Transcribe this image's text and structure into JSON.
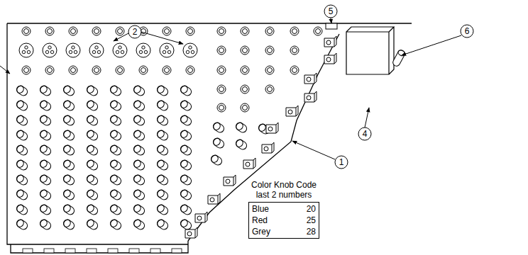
{
  "diagram": {
    "nodes": [
      {
        "text": [
          "Color Knob Code last 2 numbers",
          "Blue",
          "20",
          "Red",
          "25",
          "Grey",
          "28"
        ]
      }
    ],
    "labels": [
      "5",
      "6",
      "2",
      "1",
      "4"
    ]
  }
}
